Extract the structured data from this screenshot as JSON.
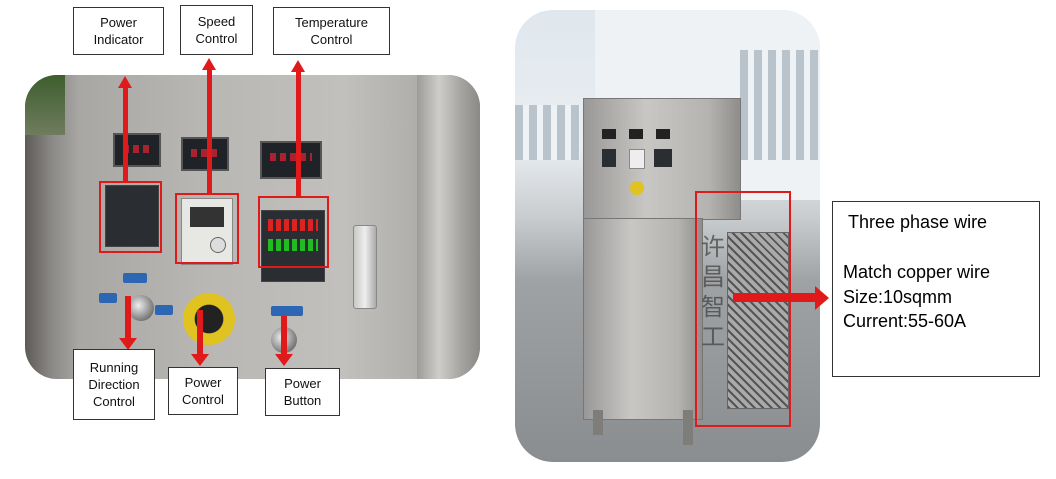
{
  "labels": {
    "power_indicator": "Power\nIndicator",
    "speed_control": "Speed\nControl",
    "temperature_control": "Temperature\nControl",
    "running_direction_control": "Running\nDirection\nControl",
    "power_control": "Power\nControl",
    "power_button": "Power\nButton"
  },
  "watermark": "许昌智工",
  "info": {
    "title": "Three phase wire",
    "lines": [
      "Match copper wire",
      "Size:10sqmm",
      "Current:55-60A"
    ]
  },
  "colors": {
    "highlight": "#e01a1a"
  }
}
